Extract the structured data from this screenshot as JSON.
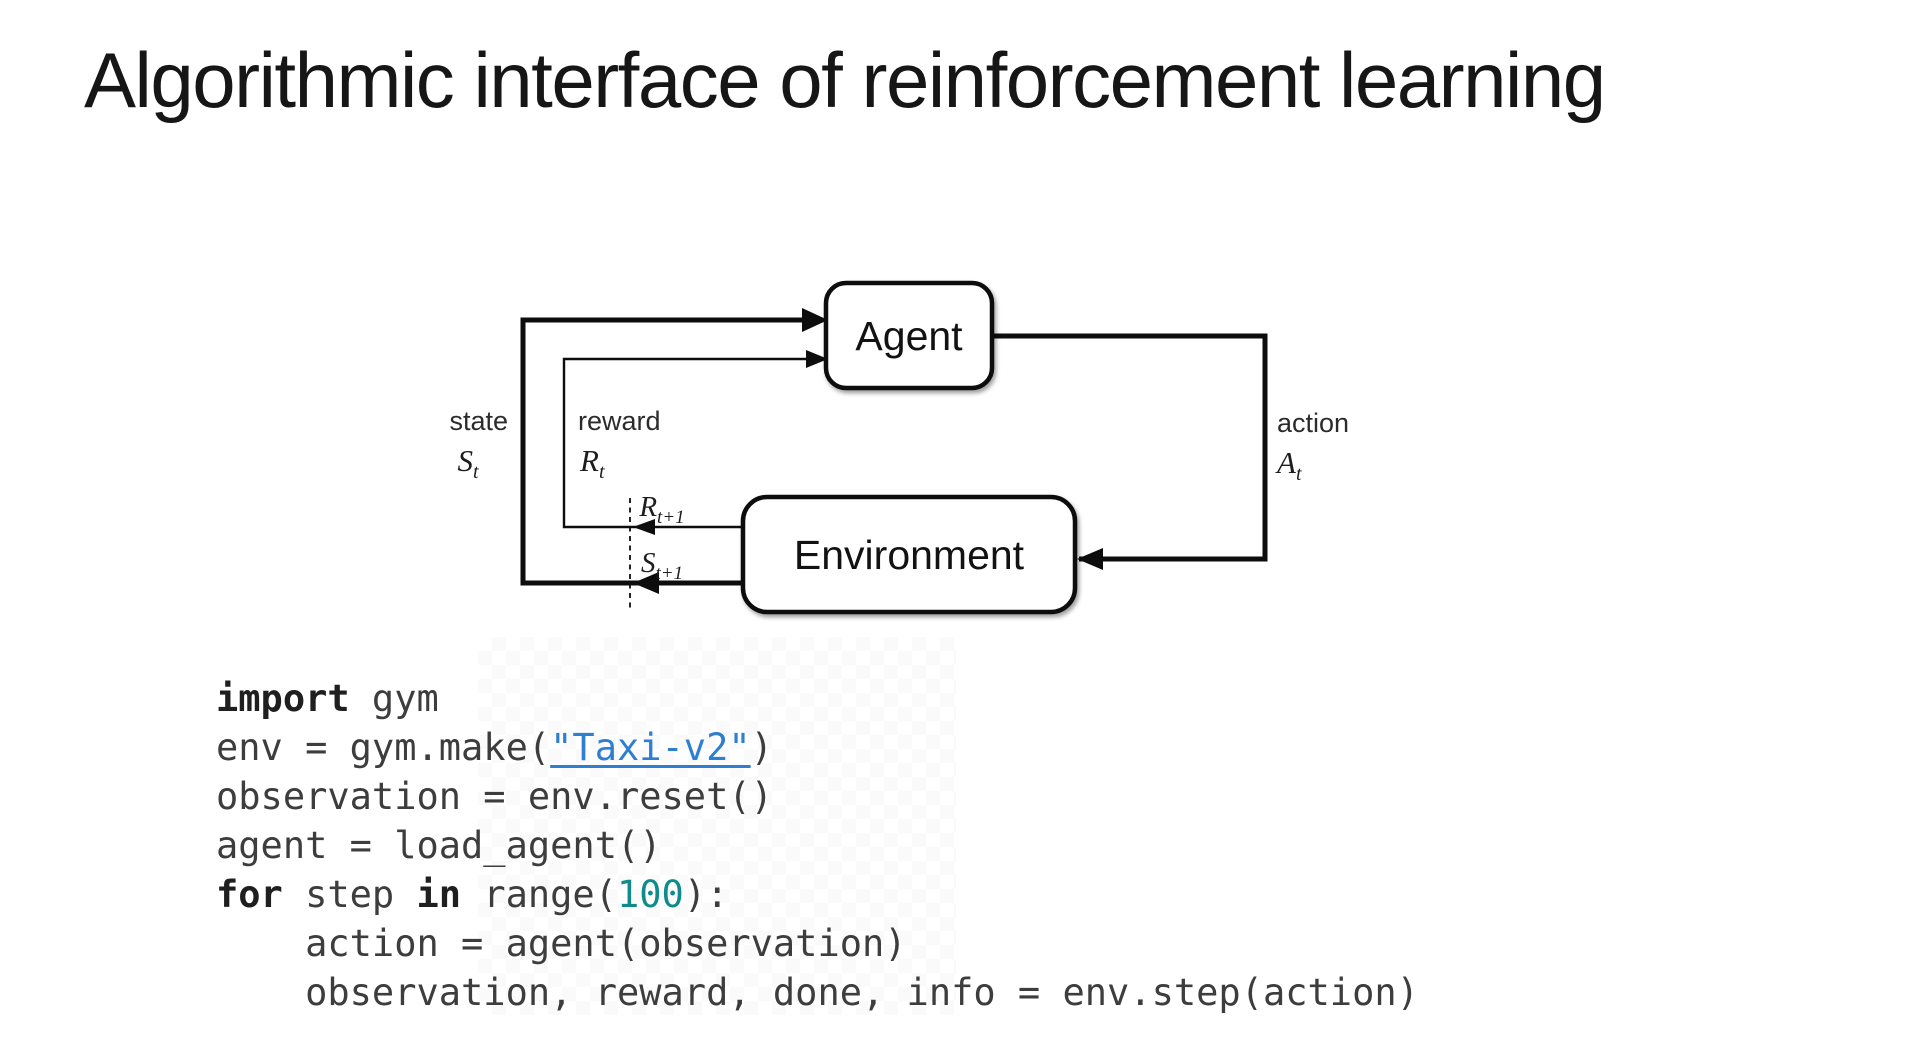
{
  "slide": {
    "title": "Algorithmic interface of reinforcement learning"
  },
  "colors": {
    "ink": "#0d0d0d",
    "code_text": "#3d3d3d",
    "link_blue": "#2e7fd2",
    "number_teal": "#108b8b"
  },
  "diagram": {
    "agent_label": "Agent",
    "environment_label": "Environment",
    "state_label": "state",
    "state_symbol": "S",
    "state_sub": "t",
    "reward_label": "reward",
    "reward_symbol": "R",
    "reward_sub": "t",
    "action_label": "action",
    "action_symbol": "A",
    "action_sub": "t",
    "next_reward_symbol": "R",
    "next_reward_sub": "t+1",
    "next_state_symbol": "S",
    "next_state_sub": "t+1"
  },
  "code": {
    "lines": [
      {
        "segments": [
          {
            "text": "import",
            "style": "kw"
          },
          {
            "text": " gym",
            "style": "plain"
          }
        ]
      },
      {
        "segments": [
          {
            "text": "env = gym.make(",
            "style": "plain"
          },
          {
            "text": "\"Taxi-v2\"",
            "style": "link"
          },
          {
            "text": ")",
            "style": "plain"
          }
        ]
      },
      {
        "segments": [
          {
            "text": "observation = env.reset()",
            "style": "plain"
          }
        ]
      },
      {
        "segments": [
          {
            "text": "agent = load_agent()",
            "style": "plain"
          }
        ]
      },
      {
        "segments": [
          {
            "text": "for",
            "style": "kw"
          },
          {
            "text": " step ",
            "style": "plain"
          },
          {
            "text": "in",
            "style": "kw"
          },
          {
            "text": " range(",
            "style": "plain"
          },
          {
            "text": "100",
            "style": "num"
          },
          {
            "text": "):",
            "style": "plain"
          }
        ]
      },
      {
        "segments": [
          {
            "text": "    action = agent(observation)",
            "style": "plain"
          }
        ]
      },
      {
        "segments": [
          {
            "text": "    observation, reward, done, info = env.step(action)",
            "style": "plain"
          }
        ]
      }
    ]
  }
}
